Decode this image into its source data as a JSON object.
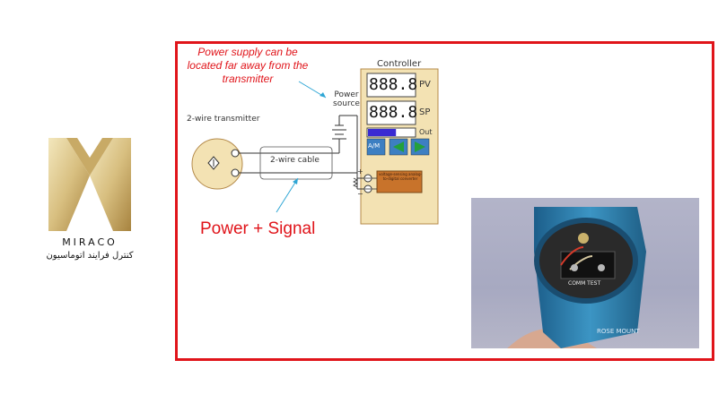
{
  "brand": {
    "name": "MIRACO",
    "subtitle": "کنترل فرایند اتوماسیون",
    "color_light": "#e9d9a4",
    "color_dark": "#b08f4c"
  },
  "frame": {
    "border_color": "#e0141a"
  },
  "diagram": {
    "note": "Power supply can be located far away from the transmitter",
    "power_signal": "Power + Signal",
    "controller_title": "Controller",
    "pv_display": "888.8",
    "pv_label": "PV",
    "sp_display": "888.8",
    "sp_label": "SP",
    "out_label": "Out",
    "out_level_percent": 60,
    "mode_button": "A/M",
    "power_source_label": "Power\nsource",
    "transmitter_label": "2-wire transmitter",
    "cable_label": "2-wire cable",
    "converter_label": "voltage-sensing analog-to-digital converter",
    "terminal_plus": "+",
    "terminal_minus": "−"
  },
  "photo": {
    "terminal_label": "COMM TEST",
    "brand_text": "ROSE MOUNT"
  }
}
